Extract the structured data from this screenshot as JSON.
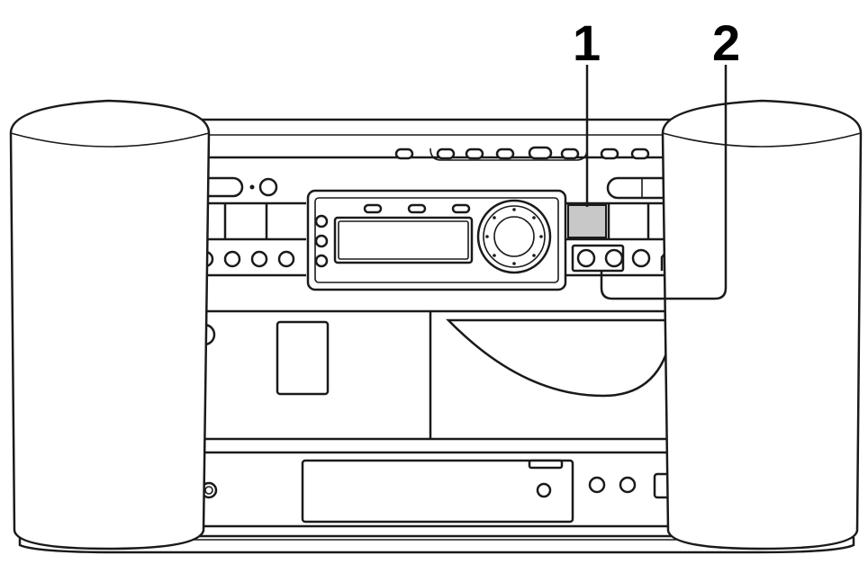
{
  "callouts": [
    {
      "label": "1",
      "target": "gray-rectangular-button"
    },
    {
      "label": "2",
      "target": "pair-of-round-buttons"
    }
  ],
  "colors": {
    "line": "#1a1a1a",
    "highlight": "#c8c8c8",
    "background": "#ffffff"
  }
}
